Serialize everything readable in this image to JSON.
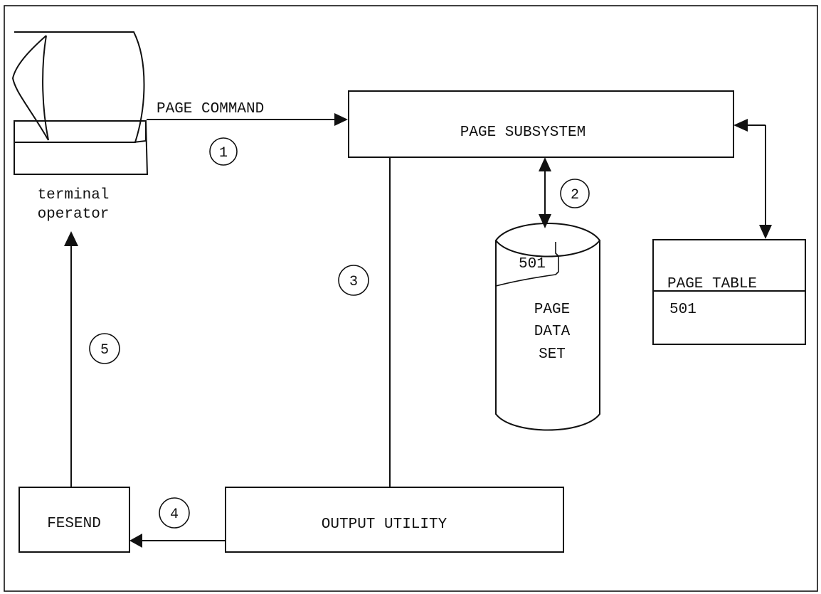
{
  "diagram": {
    "terminal": {
      "line1": "terminal",
      "line2": "operator"
    },
    "page_command_label": "PAGE COMMAND",
    "page_subsystem": "PAGE SUBSYSTEM",
    "page_data_set": {
      "record": "501",
      "line1": "PAGE",
      "line2": "DATA",
      "line3": "SET"
    },
    "page_table": {
      "title": "PAGE TABLE",
      "entry": "501"
    },
    "output_utility": "OUTPUT UTILITY",
    "fesend": "FESEND",
    "steps": [
      "1",
      "2",
      "3",
      "4",
      "5"
    ]
  }
}
